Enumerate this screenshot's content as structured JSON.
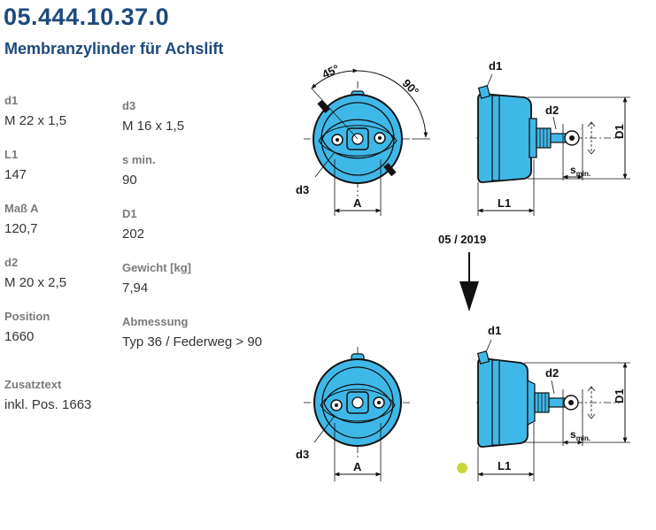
{
  "header": {
    "part_number": "05.444.10.37.0",
    "title": "Membranzylinder für Achslift"
  },
  "specs_left": [
    {
      "label": "d1",
      "value": "M 22 x 1,5"
    },
    {
      "label": "L1",
      "value": "147"
    },
    {
      "label": "Maß A",
      "value": "120,7"
    },
    {
      "label": "d2",
      "value": "M 20 x 2,5"
    },
    {
      "label": "Position",
      "value": "1660"
    },
    {
      "label": "Zusatztext",
      "value": "inkl. Pos. 1663"
    }
  ],
  "specs_right": [
    {
      "label": "d3",
      "value": "M 16 x 1,5"
    },
    {
      "label": "s min.",
      "value": "90"
    },
    {
      "label": "D1",
      "value": "202"
    },
    {
      "label": "Gewicht [kg]",
      "value": "7,94"
    },
    {
      "label": "Abmessung",
      "value": "Typ 36 / Federweg > 90"
    }
  ],
  "drawing": {
    "angle_45": "45°",
    "angle_90": "90°",
    "label_d1": "d1",
    "label_d2": "d2",
    "label_d3": "d3",
    "label_A": "A",
    "label_L1": "L1",
    "label_D1": "D1",
    "label_s": "s",
    "label_s_sub": "min.",
    "revision": "05 / 2019",
    "colors": {
      "body": "#3fb8e8",
      "outline": "#111111",
      "marker": "#c9d63a"
    }
  }
}
